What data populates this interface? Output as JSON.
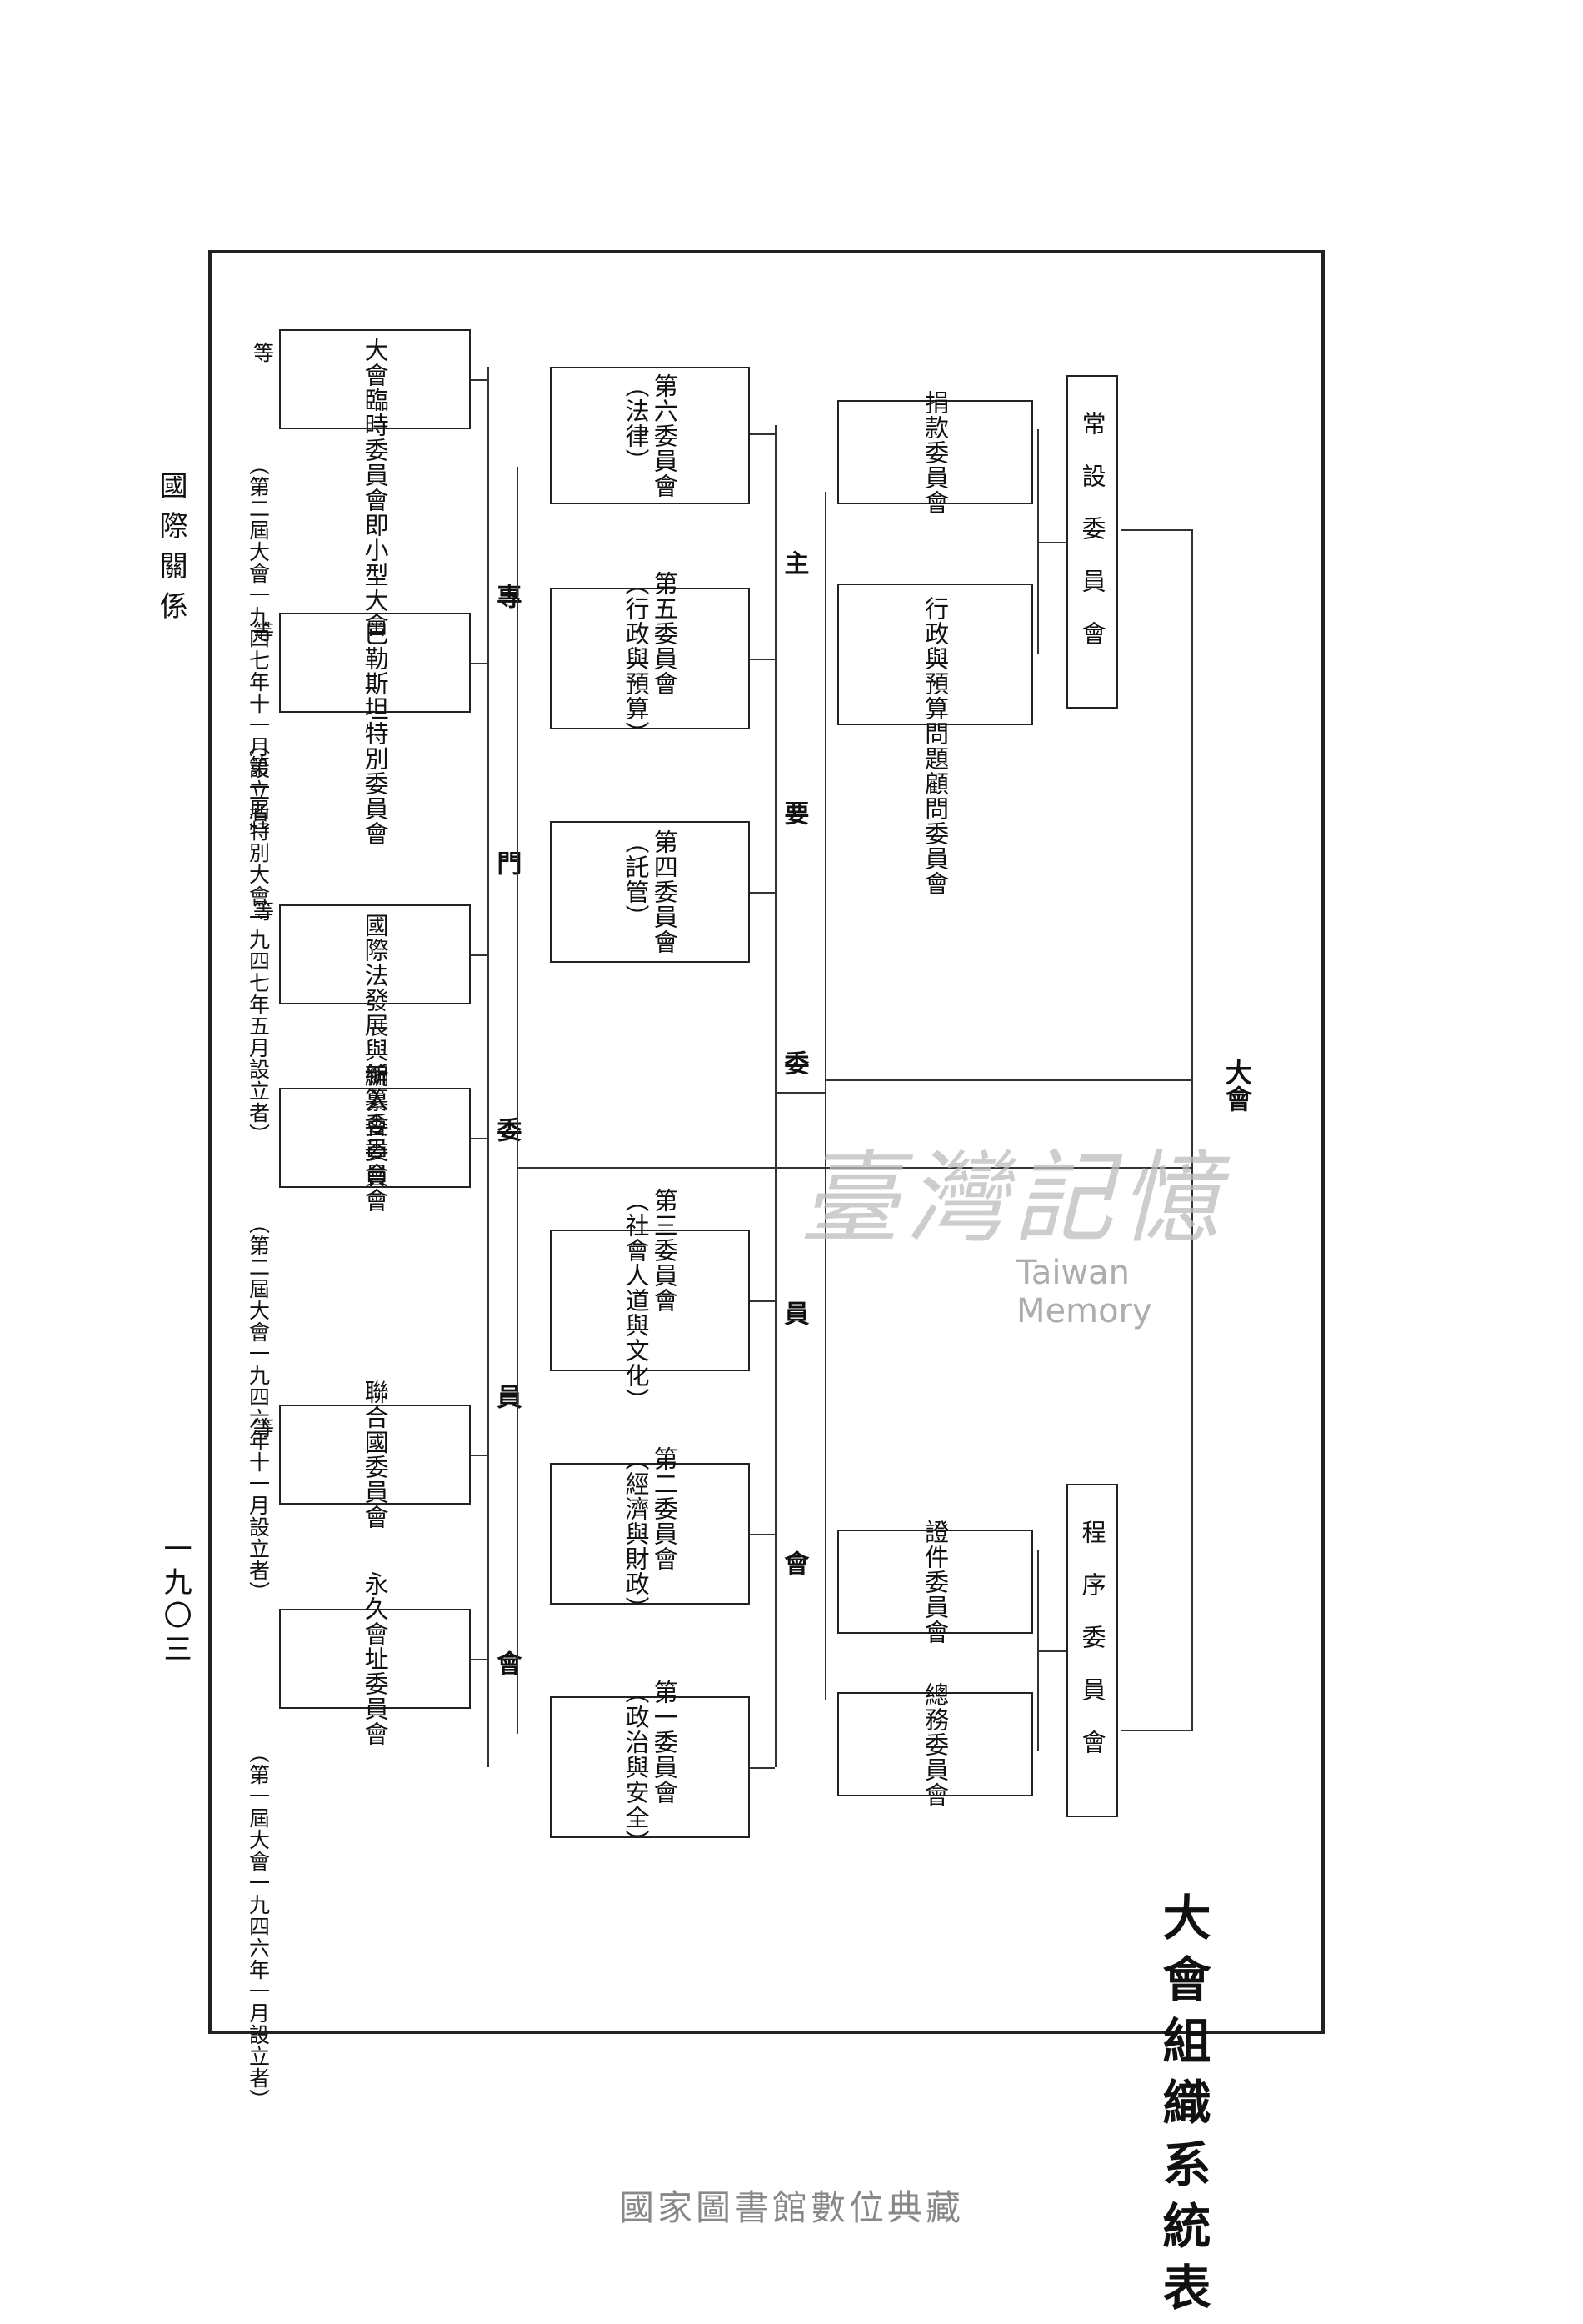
{
  "document": {
    "title": "大會組織系統表",
    "header_left": "國際關係",
    "page_number": "一九〇三",
    "footer": "國家圖書館數位典藏",
    "watermark": {
      "zh": "臺灣記憶",
      "en": "Taiwan Memory"
    }
  },
  "chart": {
    "root": "大會",
    "procedural_committees": {
      "label": "程序委員會",
      "members": [
        "總務委員會",
        "證件委員會"
      ]
    },
    "standing_committees": {
      "label": "常設委員會",
      "members": [
        "行政與預算問題顧問委員會",
        "捐款委員會"
      ]
    },
    "main_committees": {
      "label": "主要委員會",
      "members": [
        "第一委員會\n（政治與安全）",
        "第二委員會\n（經濟與財政）",
        "第三委員會\n（社會人道與文化）",
        "第四委員會\n（託管）",
        "第五委員會\n（行政與預算）",
        "第六委員會\n（法律）"
      ]
    },
    "special_committees": {
      "label": "專門委員會",
      "members": [
        {
          "name": "永久會址委員會",
          "note": "（第一屆大會一九四六年一月設立者）"
        },
        {
          "name": "聯合國委員會",
          "note": ""
        },
        {
          "name": "新入會委員會",
          "note": "（第二屆大會一九四六年十一月設立者）"
        },
        {
          "name": "國際法發展與編纂委員會",
          "note": ""
        },
        {
          "name": "巴勒斯坦特別委員會",
          "note": "（第一屆特別大會一九四七年五月設立者）"
        },
        {
          "name": "大會臨時委員會即小型大會",
          "note": "（第二屆大會一九四七年十一月設立者）"
        }
      ],
      "suffix": "等"
    }
  }
}
